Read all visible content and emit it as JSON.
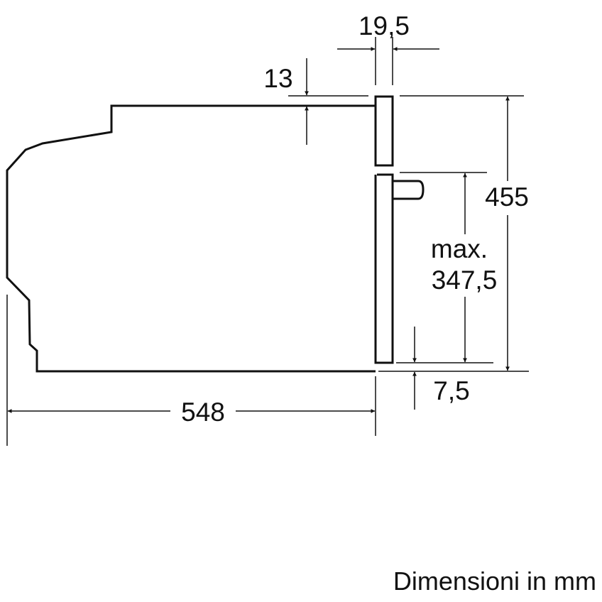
{
  "dimensions": {
    "depth": "548",
    "height": "455",
    "front_offset": "19,5",
    "top_gap": "13",
    "door_height_line1": "max.",
    "door_height_line2": "347,5",
    "bottom_gap": "7,5"
  },
  "caption": "Dimensioni in mm",
  "colors": {
    "line": "#111111",
    "background": "#ffffff"
  }
}
